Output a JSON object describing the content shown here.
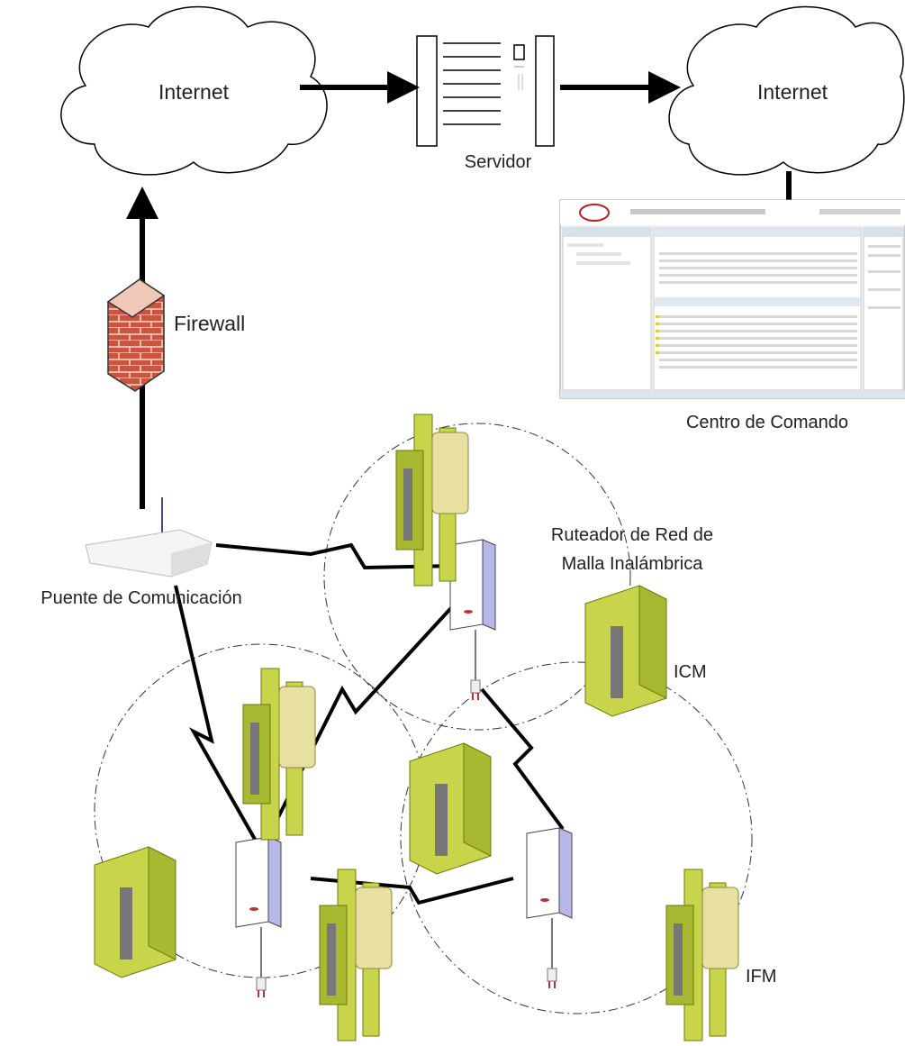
{
  "labels": {
    "internet_left": "Internet",
    "internet_right": "Internet",
    "servidor": "Servidor",
    "firewall": "Firewall",
    "centro": "Centro de Comando",
    "router_line1": "Ruteador de Red de",
    "router_line2": "Malla Inalámbrica",
    "puente": "Puente de Comunicación",
    "icm": "ICM",
    "ifm": "IFM"
  },
  "colors": {
    "line": "#000000",
    "brick": "#c8553d",
    "module": "#c8d44a",
    "module_dark": "#8a9a20",
    "router_body": "#ffffff",
    "router_side": "#b8b8e8"
  }
}
